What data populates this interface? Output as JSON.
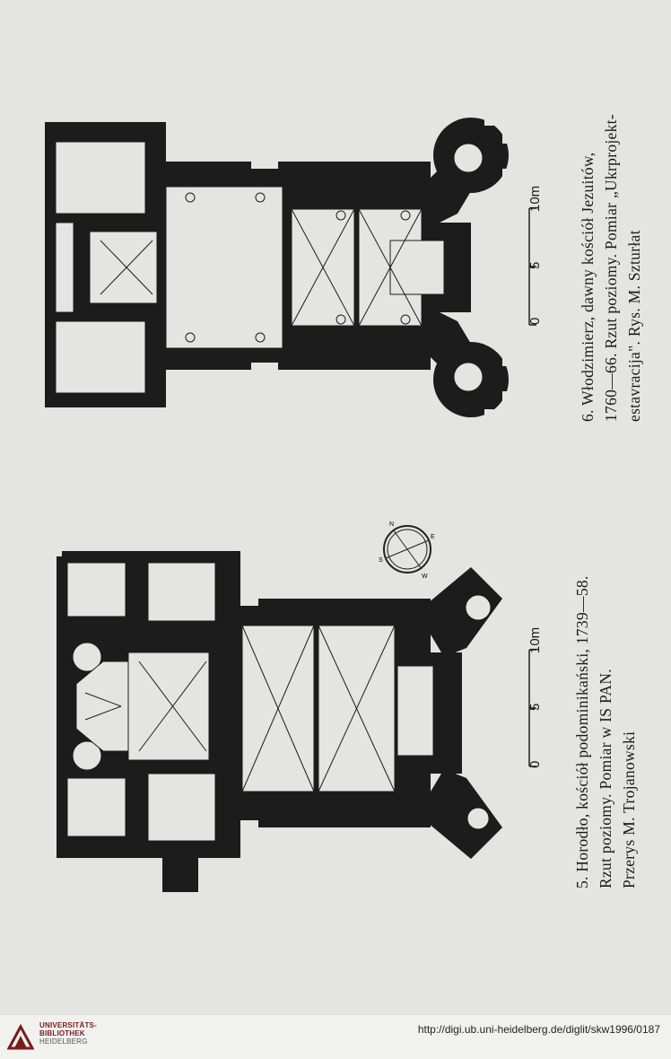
{
  "figure_6": {
    "caption_lines": [
      "6. Włodzimierz, dawny kościół Jezuitów,",
      "1760—66. Rzut poziomy. Pomiar „Ukrprojekt-",
      "estavracija\". Rys. M. Szturłat"
    ],
    "scale": {
      "zero": "0",
      "mid": "5",
      "end": "10m"
    }
  },
  "figure_5": {
    "caption_lines": [
      "5. Horodło, kościół podominikański, 1739—58.",
      "Rzut poziomy. Pomiar w IS PAN.",
      "Przerys M. Trojanowski"
    ],
    "scale": {
      "zero": "0",
      "mid": "5",
      "end": "10m"
    }
  },
  "compass": {
    "n": "N",
    "e": "E",
    "s": "S",
    "w": "W"
  },
  "footer": {
    "logo_line1": "UNIVERSITÄTS-",
    "logo_line2": "BIBLIOTHEK",
    "logo_line3": "HEIDELBERG",
    "url": "http://digi.ub.uni-heidelberg.de/diglit/skw1996/0187"
  }
}
